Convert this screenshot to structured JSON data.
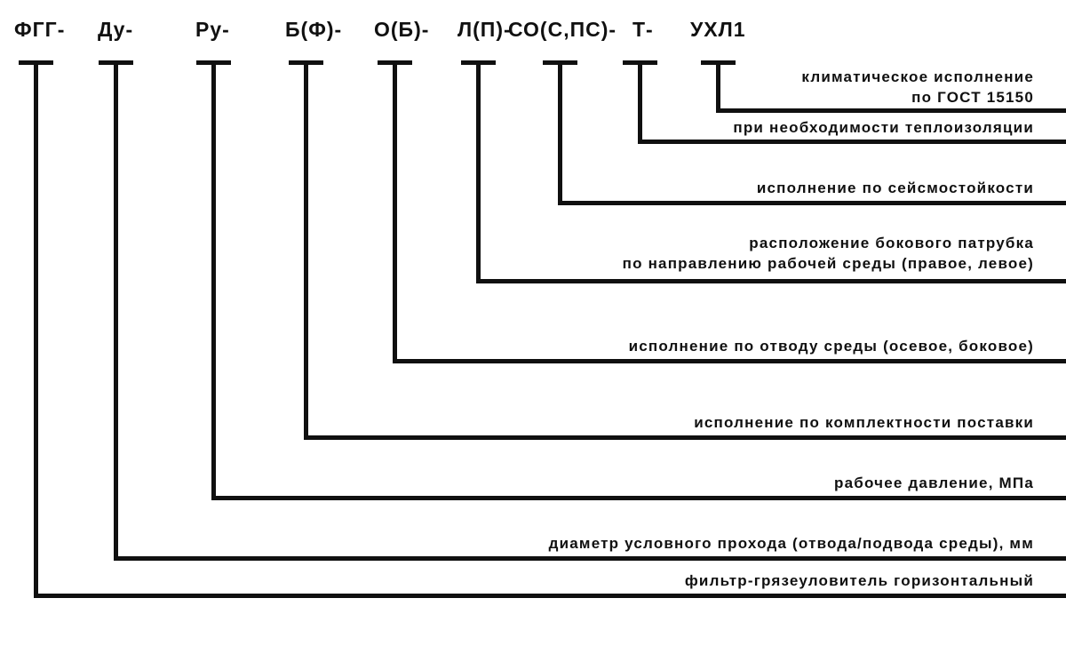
{
  "diagram": {
    "ink_color": "#101010",
    "background_color": "#ffffff",
    "items": [
      {
        "code": "ФГГ-",
        "label": "фильтр-грязеуловитель горизонтальный"
      },
      {
        "code": "Ду-",
        "label": "диаметр условного прохода (отвода/подвода среды), мм"
      },
      {
        "code": "Ру-",
        "label": "рабочее давление, МПа"
      },
      {
        "code": "Б(Ф)-",
        "label": "исполнение по комплектности поставки"
      },
      {
        "code": "О(Б)-",
        "label": "исполнение по отводу среды (осевое, боковое)"
      },
      {
        "code": "Л(П)-",
        "label": "расположение бокового патрубка\nпо направлению рабочей среды (правое, левое)"
      },
      {
        "code": "СО(С,ПС)-",
        "label": "исполнение по сейсмостойкости"
      },
      {
        "code": "Т-",
        "label": "при необходимости теплоизоляции"
      },
      {
        "code": "УХЛ1",
        "label": "климатическое исполнение\nпо ГОСТ 15150"
      }
    ]
  }
}
